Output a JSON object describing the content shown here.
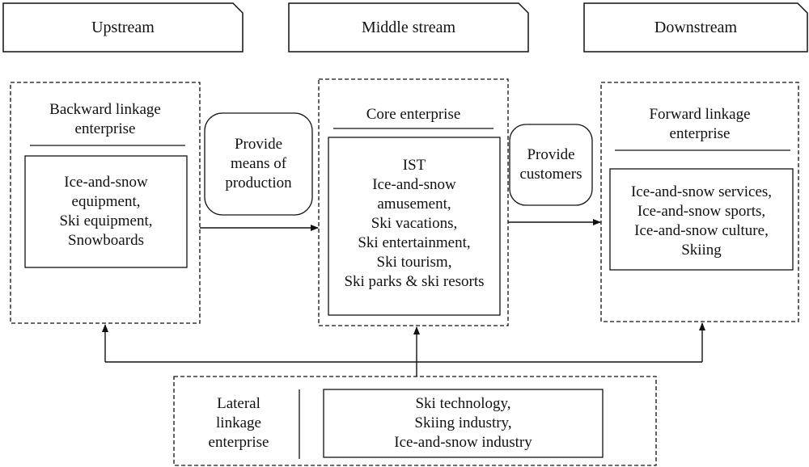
{
  "stages": {
    "upstream": "Upstream",
    "middle": "Middle stream",
    "downstream": "Downstream"
  },
  "backward": {
    "title": "Backward linkage\nenterprise",
    "items": "Ice-and-snow\nequipment,\nSki equipment,\nSnowboards"
  },
  "core": {
    "title": "Core enterprise",
    "items": "IST\nIce-and-snow\namusement,\nSki vacations,\nSki entertainment,\nSki tourism,\nSki parks & ski resorts"
  },
  "forward": {
    "title": "Forward linkage\nenterprise",
    "items": "Ice-and-snow services,\nIce-and-snow sports,\nIce-and-snow culture,\nSkiing"
  },
  "lateral": {
    "title": "Lateral\nlinkage\nenterprise",
    "items": "Ski technology,\nSkiing industry,\nIce-and-snow industry"
  },
  "flows": {
    "production": "Provide\nmeans of\nproduction",
    "customers": "Provide\ncustomers"
  }
}
